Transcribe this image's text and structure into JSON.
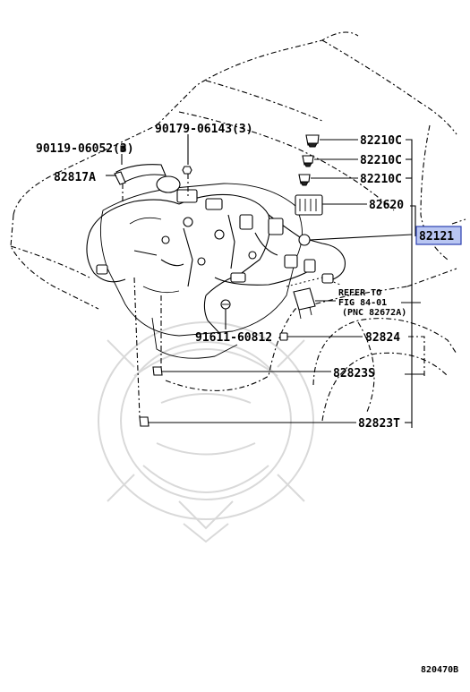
{
  "parts": {
    "p90179": "90179-06143(3)",
    "p90119": "90119-06052(3)",
    "p82817A": "82817A",
    "p82210C_1": "82210C",
    "p82210C_2": "82210C",
    "p82210C_3": "82210C",
    "p82620": "82620",
    "p82121": "82121",
    "p91611": "91611-60812",
    "p82824": "82824",
    "p82823S": "82823S",
    "p82823T": "82823T"
  },
  "refer": {
    "line1": "REFER TO",
    "line2": "FIG 84-01",
    "line3": "(PNC 82672A)"
  },
  "figure_code": "820470B",
  "colors": {
    "highlight_fill": "#b9c6f2",
    "highlight_stroke": "#2b3fb0"
  }
}
